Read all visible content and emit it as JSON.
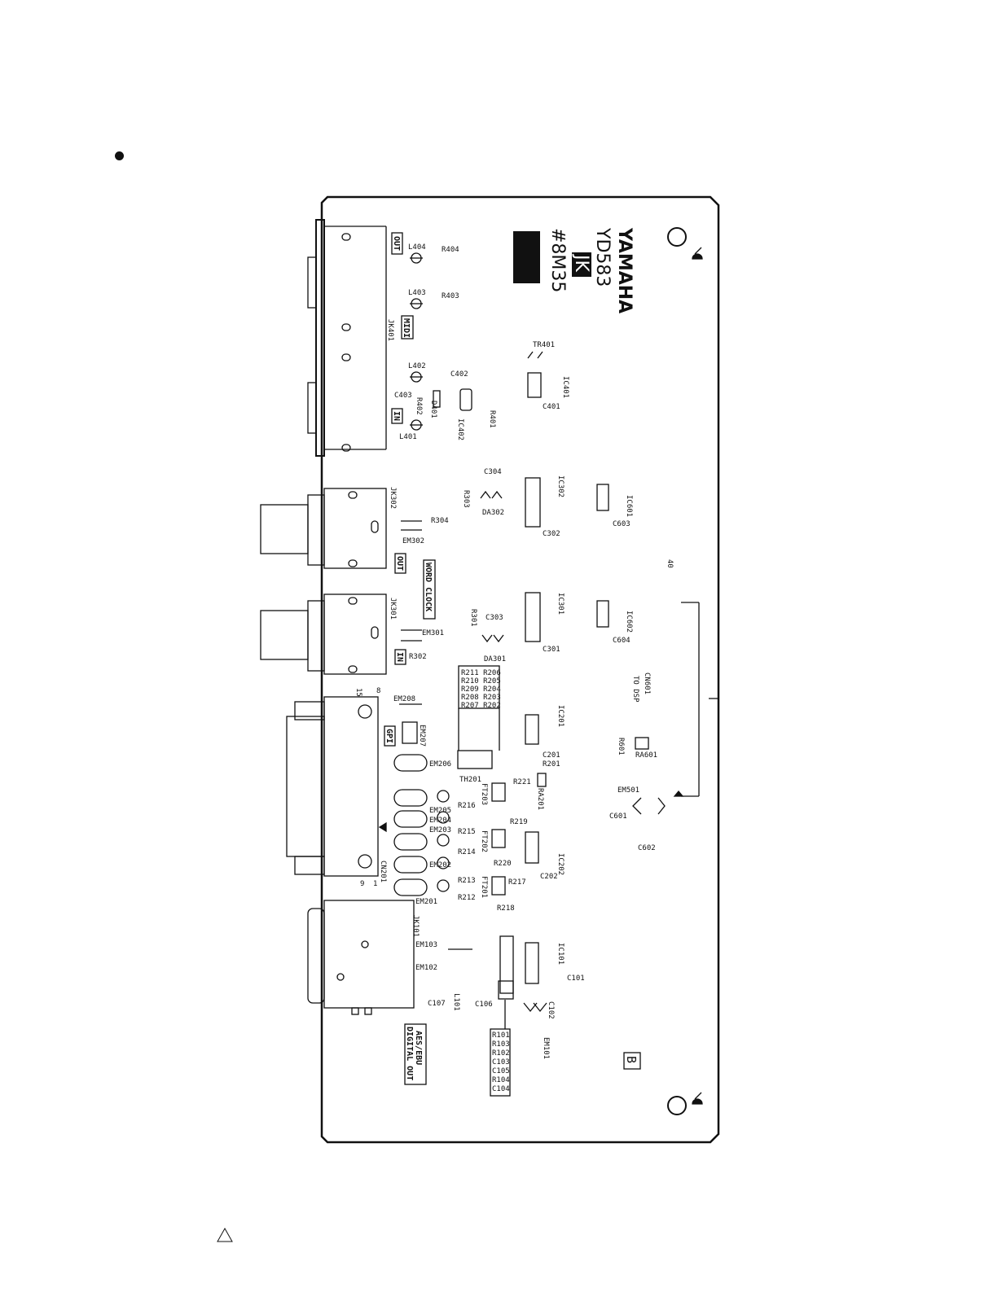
{
  "board": {
    "brand": "YAMAHA",
    "model": "YD583",
    "tag": "JK",
    "code": "#8M35",
    "side_mark": "B"
  },
  "connector_labels": {
    "midi": "MIDI",
    "midi_out": "OUT",
    "midi_in": "IN",
    "wc_out": "OUT",
    "wc_in": "IN",
    "word_clock": "WORD CLOCK",
    "gpi": "GPI",
    "digital_out": "DIGITAL OUT",
    "aes_ebu": "AES/EBU",
    "to_dsp": "TO DSP"
  },
  "parts": {
    "L404": "L404",
    "R404": "R404",
    "L403": "L403",
    "R403": "R403",
    "JK401": "JK401",
    "TR401": "TR401",
    "L402": "L402",
    "C402": "C402",
    "D401": "D401",
    "R402": "R402",
    "C403": "C403",
    "IC401": "IC401",
    "C401": "C401",
    "R401": "R401",
    "IC402": "IC402",
    "L401": "L401",
    "C304": "C304",
    "JK302": "JK302",
    "R303": "R303",
    "DA302": "DA302",
    "IC302": "IC302",
    "IC601": "IC601",
    "C603": "C603",
    "R304": "R304",
    "EM302": "EM302",
    "C302": "C302",
    "JK301": "JK301",
    "R301": "R301",
    "C303": "C303",
    "IC301": "IC301",
    "IC602": "IC602",
    "C604": "C604",
    "EM301": "EM301",
    "R302": "R302",
    "DA301": "DA301",
    "C301": "C301",
    "CN601": "CN601",
    "pin40": "40",
    "EM208": "EM208",
    "pin15": "15",
    "pin8": "8",
    "EM207": "EM207",
    "IC201": "IC201",
    "C201": "C201",
    "R201": "R201",
    "R601": "R601",
    "RA601": "RA601",
    "EM206": "EM206",
    "TH201": "TH201",
    "R221": "R221",
    "RA201": "RA201",
    "EM501": "EM501",
    "FT203": "FT203",
    "R216": "R216",
    "EM205": "EM205",
    "EM204": "EM204",
    "R219": "R219",
    "C601": "C601",
    "EM203": "EM203",
    "R215": "R215",
    "FT202": "FT202",
    "C602": "C602",
    "R214": "R214",
    "IC202": "IC202",
    "R220": "R220",
    "EM202": "EM202",
    "CN201": "CN201",
    "R213": "R213",
    "R217": "R217",
    "C202": "C202",
    "FT201": "FT201",
    "pin9": "9",
    "pin1": "1",
    "R212": "R212",
    "EM201": "EM201",
    "R218": "R218",
    "JK101": "JK101",
    "EM103": "EM103",
    "IC101": "IC101",
    "EM102": "EM102",
    "C101": "C101",
    "C107": "C107",
    "L101": "L101",
    "C106": "C106",
    "C102": "C102",
    "EM101": "EM101"
  },
  "resistor_block_2": [
    "R211 R206",
    "R210 R205",
    "R209 R204",
    "R208 R203",
    "R207 R202"
  ],
  "resistor_block_1": [
    "R101",
    "R103",
    "R102",
    "C103",
    "C105",
    "R104",
    "C104"
  ]
}
